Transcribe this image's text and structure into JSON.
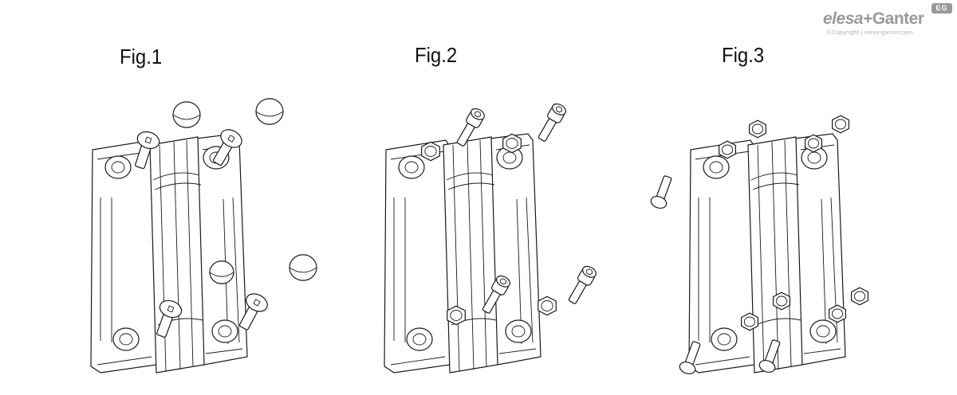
{
  "brand": {
    "logo_left": "elesa",
    "logo_plus": "+",
    "logo_right": "Ganter",
    "badge": "EG",
    "copyright": "©Copyright | elesa-ganter.com",
    "color": "#9a9a9a"
  },
  "figures": [
    {
      "label": "Fig.1"
    },
    {
      "label": "Fig.2"
    },
    {
      "label": "Fig.3"
    }
  ],
  "line_color": "#1a1a1a"
}
